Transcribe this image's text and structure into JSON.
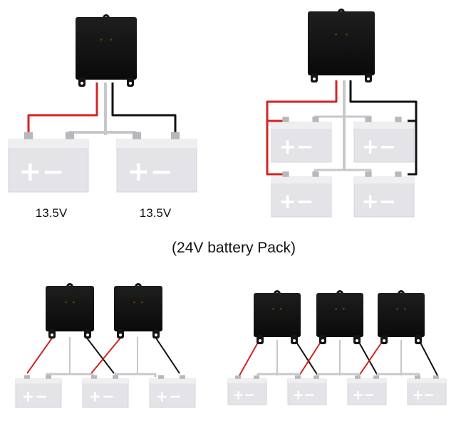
{
  "labels": {
    "voltage_left": "13.5V",
    "voltage_right": "13.5V",
    "pack_caption": "(24V battery Pack)"
  },
  "battery_symbols": {
    "plus": "+",
    "minus": "−"
  },
  "colors": {
    "wire_positive": "#d42323",
    "wire_negative": "#111111",
    "wire_link": "#c8c8cc",
    "battery_body": "#e4e4e8",
    "battery_terminal": "#b8b8bc",
    "balancer_body": "#141414"
  },
  "icons": [
    "battery-balancer-module-icon",
    "battery-icon"
  ]
}
